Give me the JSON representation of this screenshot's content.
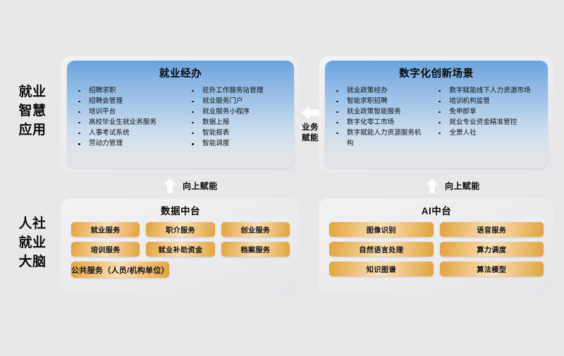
{
  "axis": {
    "applications": "就业\n智慧\n应用",
    "brain": "人社\n就业\n大脑"
  },
  "connectors": {
    "business_empower": "业务\n赋能",
    "upward_empower_left": "向上赋能",
    "upward_empower_right": "向上赋能"
  },
  "panels": {
    "employment": {
      "title": "就业经办",
      "col_left": [
        "招聘求职",
        "招聘会管理",
        "培训平台",
        "高校毕业生就业务服务",
        "人事考试系统",
        "劳动力管理"
      ],
      "col_right": [
        "驻外工作服务站管理",
        "就业服务门户",
        "就业服务小程序",
        "数据上报",
        "智能报表",
        "智能调度"
      ]
    },
    "digital": {
      "title": "数字化创新场景",
      "col_left": [
        "就业政策经办",
        "智能求职招聘",
        "就业政策智能服务",
        "数字化零工市场",
        "数字赋能人力资源服务机构"
      ],
      "col_right": [
        "数字赋能线下人力资源市场",
        "培训机构监管",
        "免申即享",
        "就业专业资金精准管控",
        "全景人社"
      ]
    }
  },
  "platforms": {
    "data": {
      "title": "数据中台",
      "chips": [
        "就业服务",
        "职介服务",
        "创业服务",
        "培训服务",
        "就业补助资金",
        "档案服务"
      ],
      "full_chip": "公共服务（人员/机构单位）"
    },
    "ai": {
      "title": "AI中台",
      "chips": [
        "图像识别",
        "语音服务",
        "自然语言处理",
        "算力调度",
        "知识图谱",
        "算法模型"
      ]
    }
  },
  "colors": {
    "background": "#e8e8ea",
    "panel_blue_top": "#6aa3dd",
    "panel_blue_bottom": "#e4e5e7",
    "chip_gold": "#dfa33c",
    "chip_gold_light": "#f7e0bb",
    "text": "#111111"
  }
}
